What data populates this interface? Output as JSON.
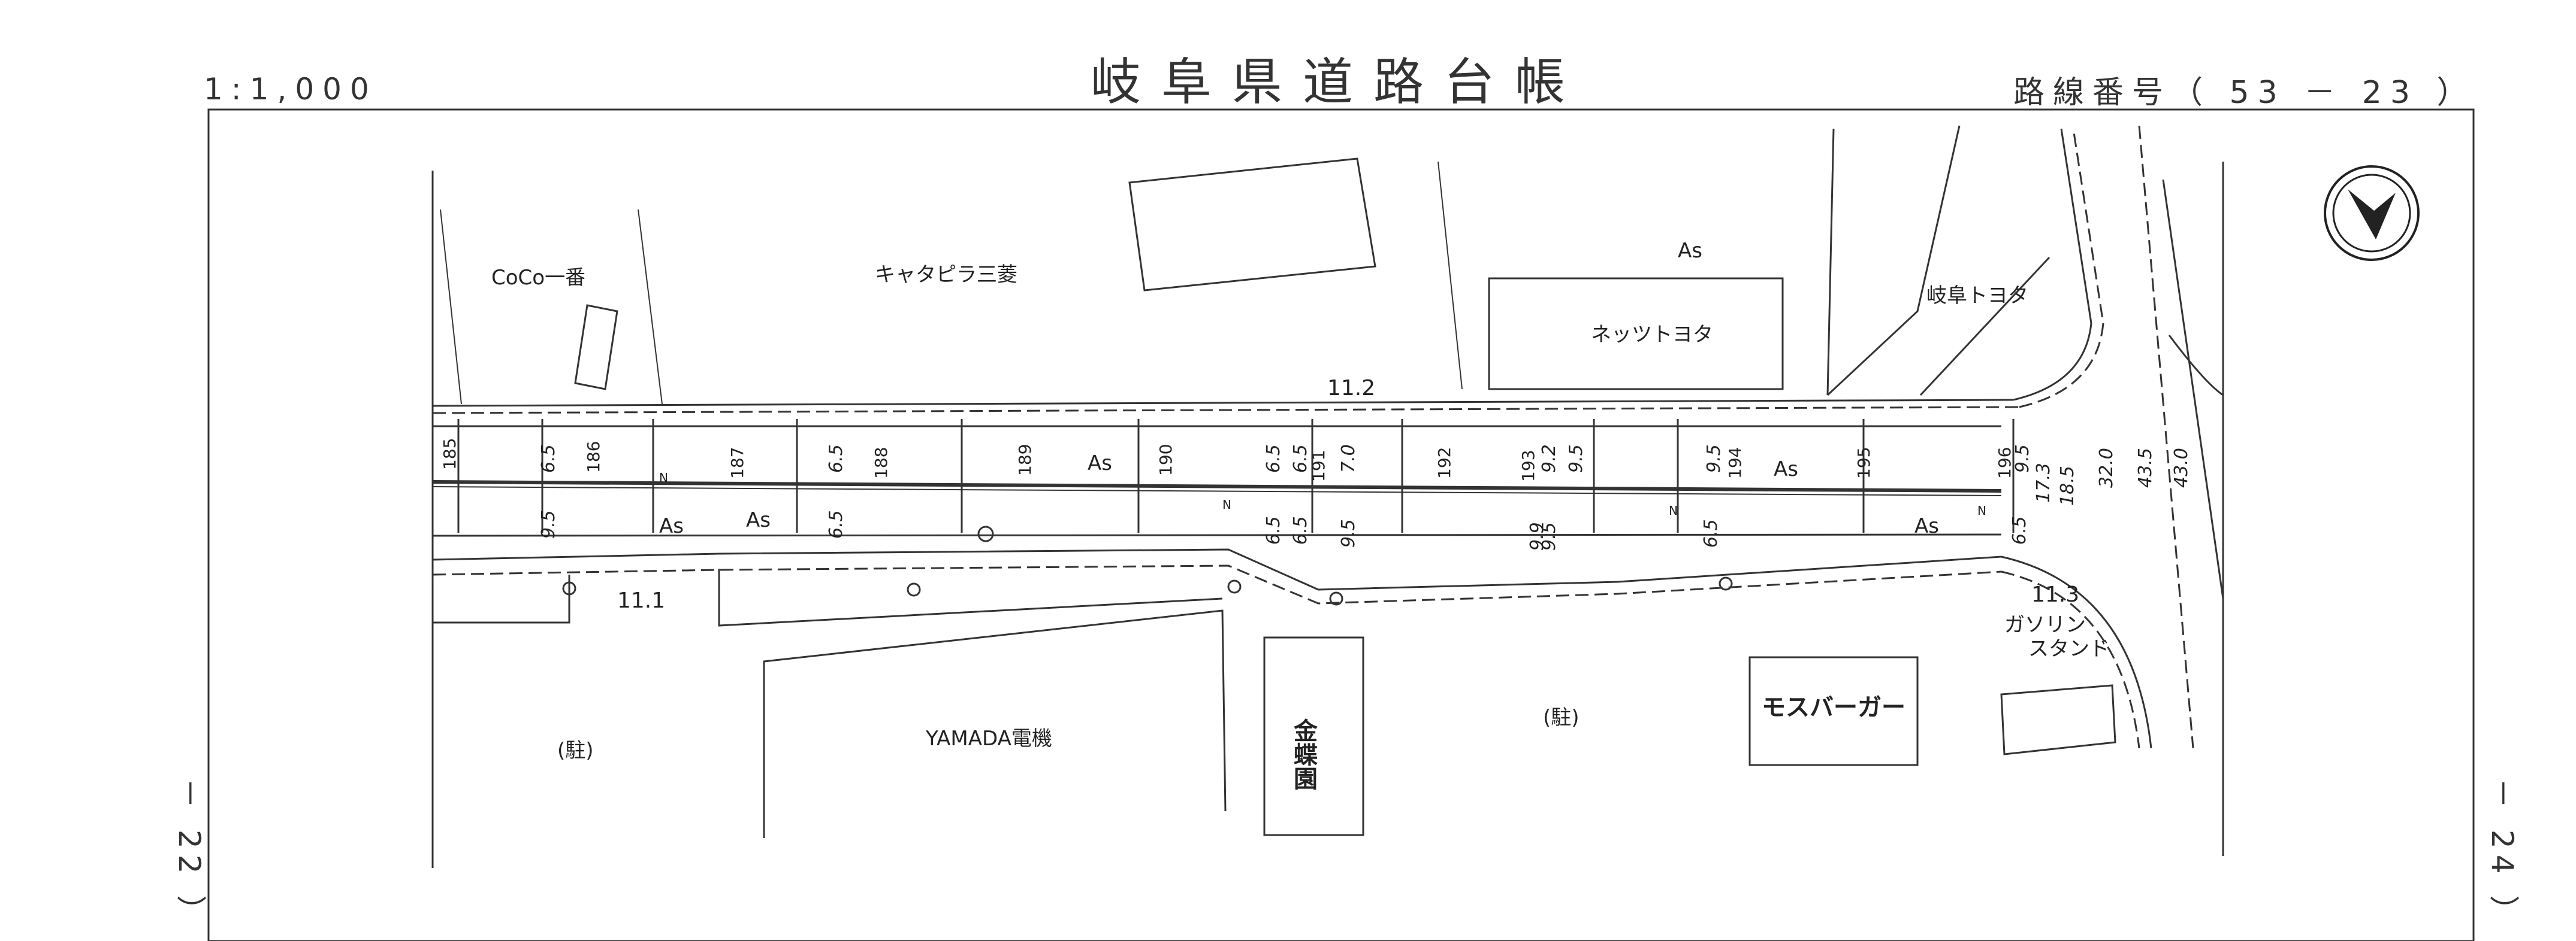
{
  "header": {
    "title": "岐阜県道路台帳",
    "scale": "1:1,000",
    "route_label": "路線番号（ 53 － 23 ）"
  },
  "adjacent_sheets": {
    "left": "－ 22 ）",
    "right": "－ 24 ）"
  },
  "places": {
    "coco": "CoCo一番",
    "caterpillar": "キャタピラ三菱",
    "netz_toyota": "ネッツトヨタ",
    "gifu_toyota": "岐阜トヨタ",
    "as_north": "As",
    "yamada": "YAMADA電機",
    "kinchoen": "金蝶園",
    "parking_left": "(駐)",
    "parking_mid": "(駐)",
    "mos_burger": "モスバーガー",
    "gas_station_line1": "ガソリン",
    "gas_station_line2": "スタンド"
  },
  "road": {
    "surface": "As",
    "edge_widths": {
      "north": "11.2",
      "south": "11.1",
      "east": "11.3"
    },
    "stations": [
      "185",
      "186",
      "187",
      "188",
      "189",
      "190",
      "191",
      "192",
      "193",
      "194",
      "195",
      "196"
    ],
    "north_widths": [
      "6.5",
      "6.5",
      "6.5",
      "6.5",
      "7.0",
      "9.2",
      "9.5",
      "9.5",
      "9.5"
    ],
    "south_widths": [
      "9.5",
      "6.5",
      "6.5",
      "6.5",
      "9.5",
      "9.5",
      "9.9",
      "6.5",
      "6.5"
    ],
    "cross_widths": [
      "17.3",
      "18.5",
      "32.0",
      "43.5",
      "43.0"
    ],
    "north_marker": "N"
  },
  "north_arrow": "north-arrow"
}
